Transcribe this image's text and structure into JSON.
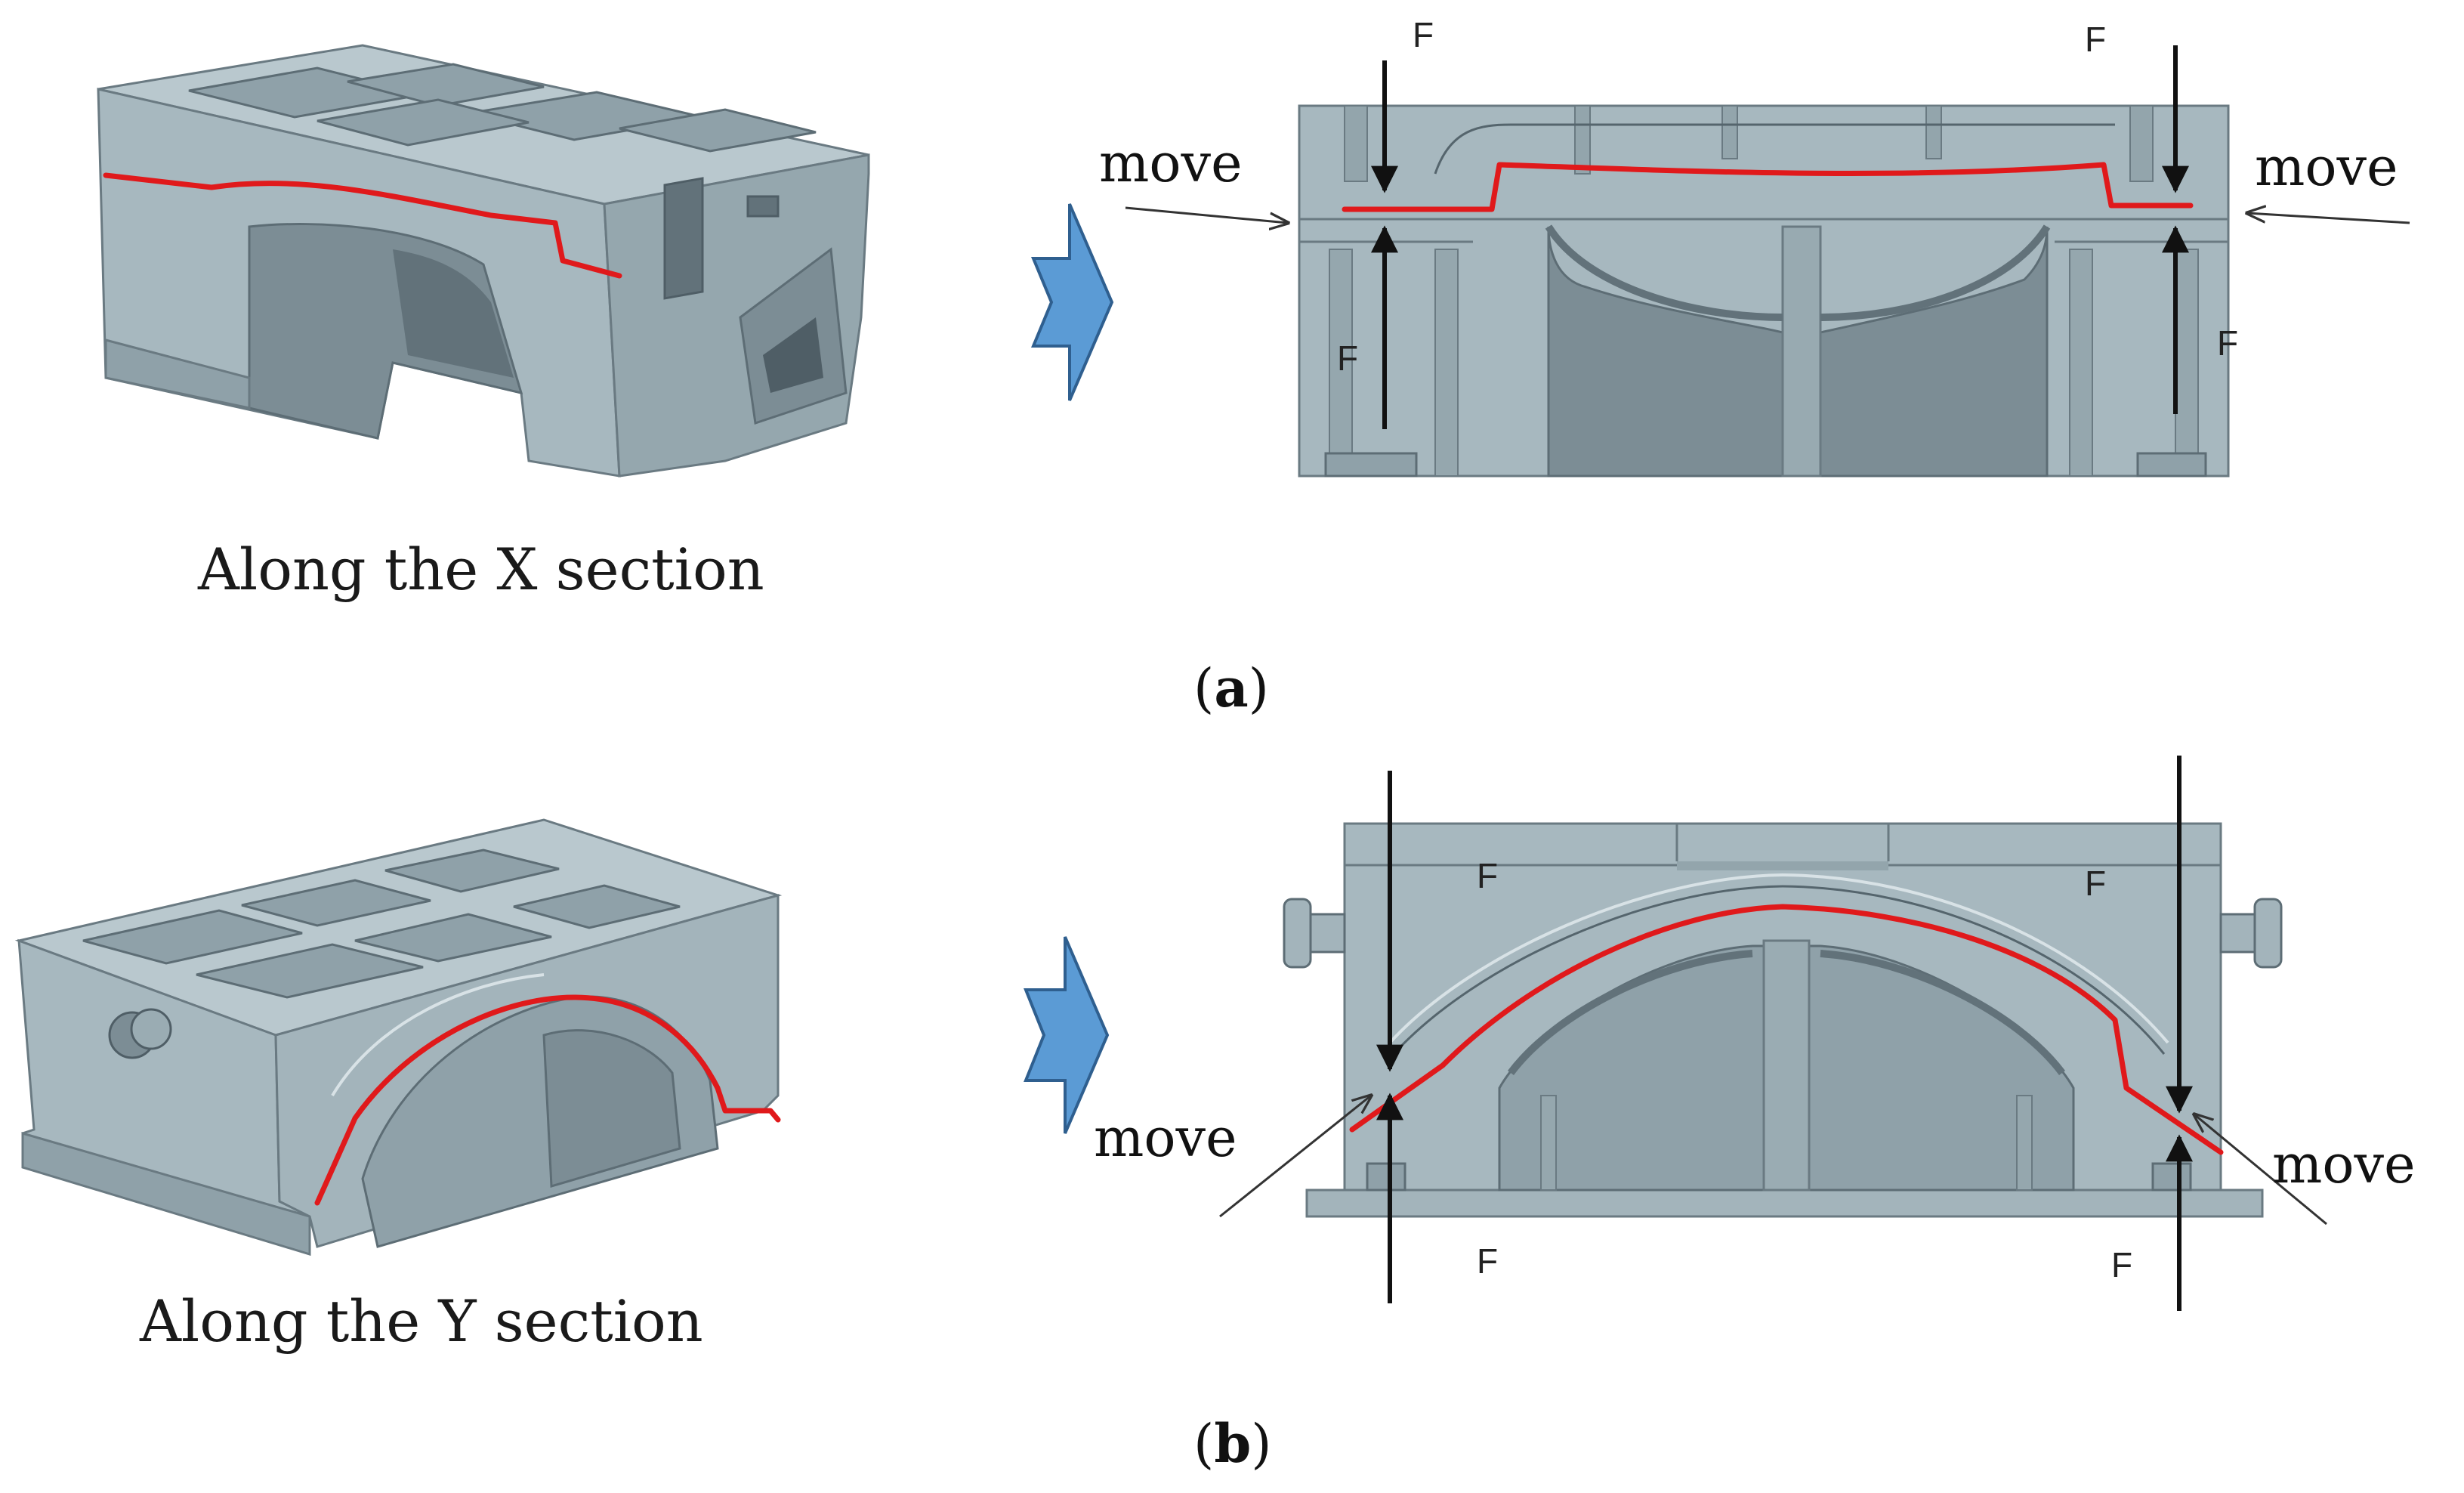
{
  "panels": [
    {
      "id": "a",
      "label_letter": "a",
      "caption": "Along the X section",
      "forces": [
        "F",
        "F",
        "F",
        "F"
      ],
      "move_labels": [
        "move",
        "move"
      ]
    },
    {
      "id": "b",
      "label_letter": "b",
      "caption": "Along the Y section",
      "forces": [
        "F",
        "F",
        "F",
        "F"
      ],
      "move_labels": [
        "move",
        "move"
      ]
    }
  ],
  "colors": {
    "part_face": "#a7b8bf",
    "part_top": "#b9c8ce",
    "part_dark": "#7c8d95",
    "part_darker": "#62727a",
    "cut_line": "#e0191b",
    "arrow_fill": "#5b9bd5",
    "arrow_stroke": "#2f5f8f"
  }
}
